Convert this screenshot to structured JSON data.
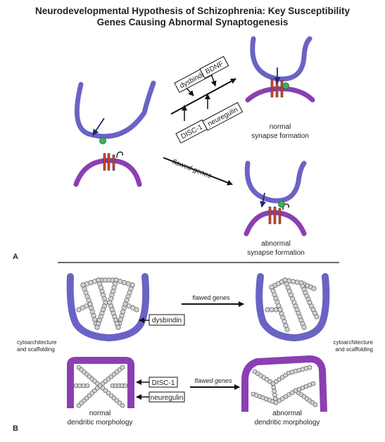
{
  "title": {
    "line1": "Neurodevelopmental Hypothesis of Schizophrenia: Key Susceptibility",
    "line2": "Genes Causing Abnormal Synaptogenesis"
  },
  "panel_a": {
    "label": "A",
    "genes": {
      "dysbindin": "dysbindin",
      "bdnf": "BDNF",
      "disc1": "DISC-1",
      "neuregulin": "neuregulin"
    },
    "flawed_genes": "flawed genes",
    "normal_caption": [
      "normal",
      "synapse formation"
    ],
    "abnormal_caption": [
      "abnormal",
      "synapse formation"
    ]
  },
  "panel_b": {
    "label": "B",
    "dysbindin": "dysbindin",
    "disc1": "DISC-1",
    "neuregulin": "neuregulin",
    "flawed_genes_top": "flawed genes",
    "flawed_genes_bottom": "flawed genes",
    "left_side_label": [
      "cytoarchitecture",
      "and scaffolding"
    ],
    "right_side_label": [
      "cytoarchitecture",
      "and scaffolding"
    ],
    "normal_caption": [
      "normal",
      "dendritic morphology"
    ],
    "abnormal_caption": [
      "abnormal",
      "dendritic morphology"
    ]
  },
  "colors": {
    "presynaptic": "#6b63c4",
    "postsynaptic": "#8b3fb3",
    "receptor": "#d9442c",
    "neurotransmitter": "#3fae55",
    "arrow": "#1e2a6b",
    "bead": "#cfcfcf"
  }
}
